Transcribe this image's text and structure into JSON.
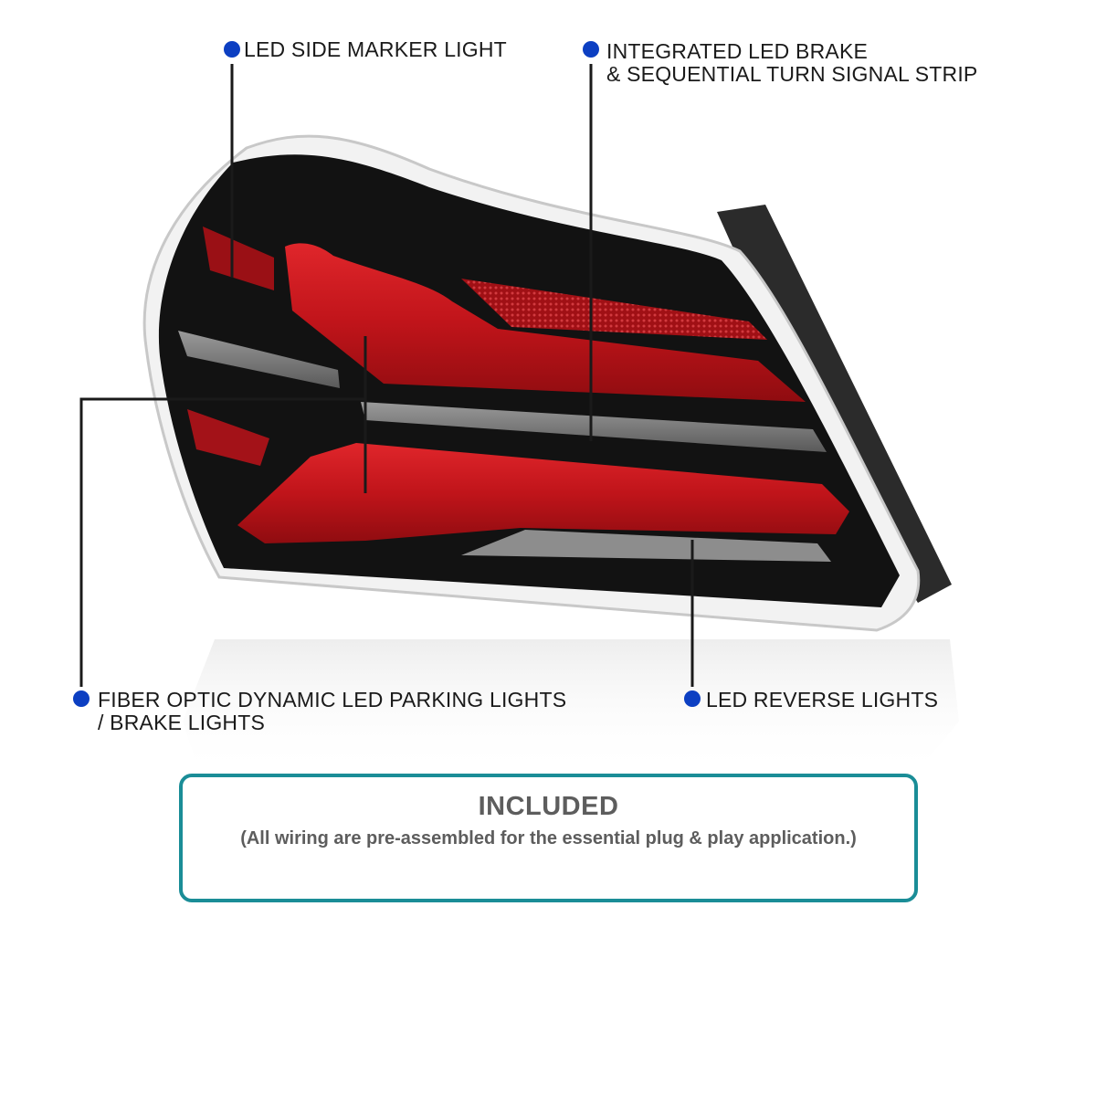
{
  "callouts": {
    "side_marker": {
      "text": "LED SIDE MARKER LIGHT"
    },
    "brake_strip": {
      "line1": "INTEGRATED LED BRAKE",
      "line2": "& SEQUENTIAL TURN SIGNAL STRIP"
    },
    "parking": {
      "line1": "FIBER OPTIC DYNAMIC LED PARKING LIGHTS",
      "line2": "/ BRAKE LIGHTS"
    },
    "reverse": {
      "text": "LED REVERSE  LIGHTS"
    }
  },
  "included": {
    "title": "INCLUDED",
    "subtitle": "(All wiring are pre-assembled for the essential plug & play application.)"
  },
  "colors": {
    "dot": "#0c3fc2",
    "box_border": "#1a8d97",
    "lamp_red": "#c0141a",
    "housing": "#111111"
  }
}
